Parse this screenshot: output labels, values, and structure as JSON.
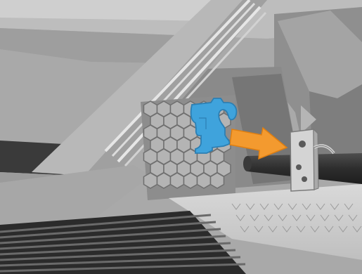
{
  "illustration": {
    "accent_colors": {
      "clip": "#3fa3dc",
      "clip_edge": "#2c7fb3",
      "arrow": "#f39a2f",
      "arrow_edge": "#e07f11"
    },
    "elements": {
      "clip_icon": "blue-clip",
      "arrow_icon": "orange-arrow",
      "bracket_icon": "metal-bracket",
      "hex_panel": "hexagon-mesh",
      "rod": "metal-rod"
    }
  }
}
